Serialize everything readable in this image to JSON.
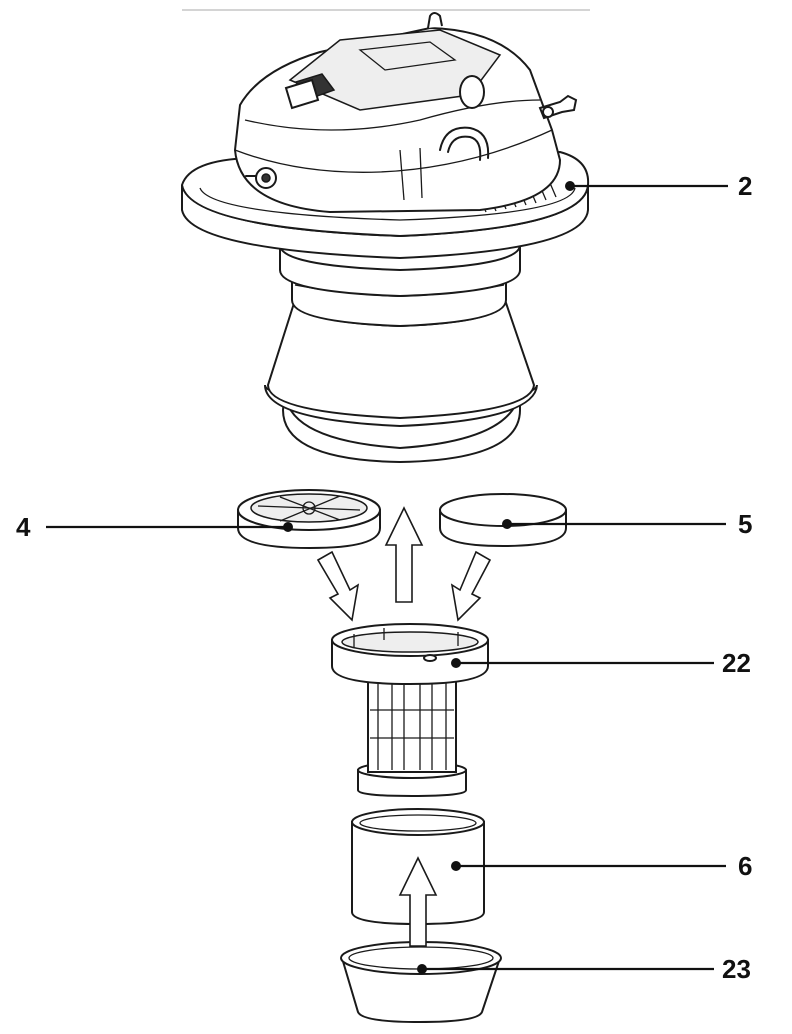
{
  "diagram": {
    "callouts": [
      {
        "id": "head",
        "label": "2"
      },
      {
        "id": "filter-left",
        "label": "4"
      },
      {
        "id": "filter-right",
        "label": "5"
      },
      {
        "id": "cage",
        "label": "22"
      },
      {
        "id": "sleeve",
        "label": "6"
      },
      {
        "id": "cup",
        "label": "23"
      }
    ]
  }
}
